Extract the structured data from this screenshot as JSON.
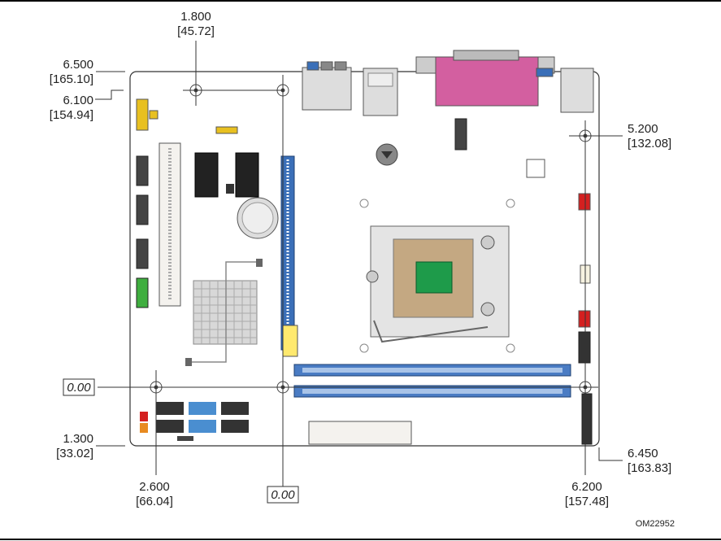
{
  "dimensions": {
    "left_hole_x": {
      "inch": "1.800",
      "mm": "[45.72]"
    },
    "board_top": {
      "inch": "6.500",
      "mm": "[165.10]"
    },
    "top_hole_y": {
      "inch": "6.100",
      "mm": "[154.94]"
    },
    "right_hole_y": {
      "inch": "5.200",
      "mm": "[132.08]"
    },
    "bottom_hole_y": {
      "inch": "1.300",
      "mm": "[33.02]"
    },
    "mid_hole_x": {
      "inch": "2.600",
      "mm": "[66.04]"
    },
    "right_hole_x": {
      "inch": "6.200",
      "mm": "[157.48]"
    },
    "board_right": {
      "inch": "6.450",
      "mm": "[163.83]"
    },
    "origin_y": "0.00",
    "origin_x": "0.00"
  },
  "figure_id": "OM22952",
  "colors": {
    "pci_express_slot": "#3a6fb8",
    "dimm_slot": "#4a7cc4",
    "parallel_port": "#d35fa0",
    "cpu_die": "#1e9b4a",
    "header_yellow": "#e8c020",
    "header_green": "#3fae3f",
    "header_red": "#d42020",
    "header_orange": "#e88a20",
    "sata_blue": "#4a8ed0"
  }
}
